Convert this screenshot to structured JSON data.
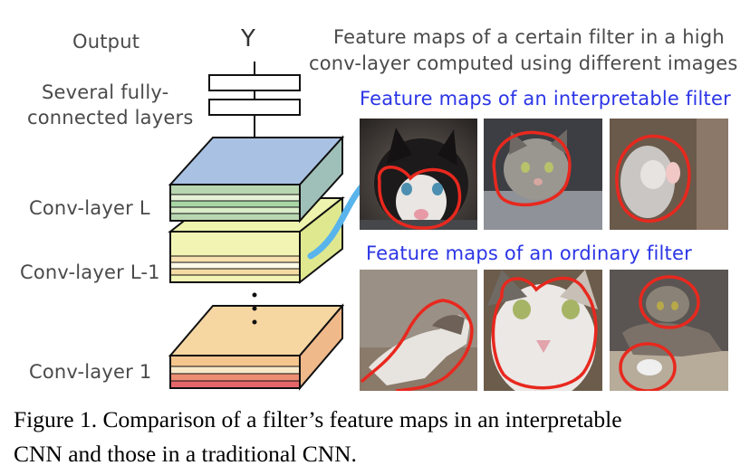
{
  "left_labels": {
    "output": "Output",
    "y": "Y",
    "fc_line1": "Several fully-",
    "fc_line2": "connected layers",
    "conv_L": "Conv-layer L",
    "conv_L1": "Conv-layer L-1",
    "conv_1": "Conv-layer 1"
  },
  "right_header": {
    "line1": "Feature maps of a certain filter in a high",
    "line2": "conv-layer computed using different images"
  },
  "interpretable_title": "Feature maps of an interpretable filter",
  "ordinary_title": "Feature maps of an ordinary filter",
  "caption": {
    "line1": "Figure 1. Comparison of a filter’s feature maps in an interpretable",
    "line2": "CNN and those in a traditional CNN."
  },
  "colors": {
    "layer_L": "#a9c2e4",
    "layer_L1": "#f3f4b9",
    "layer_1": "#f6cf93",
    "highlight_outline": "#e8281e",
    "arrow": "#5ab4ec",
    "title_blue": "#2b35e6"
  }
}
